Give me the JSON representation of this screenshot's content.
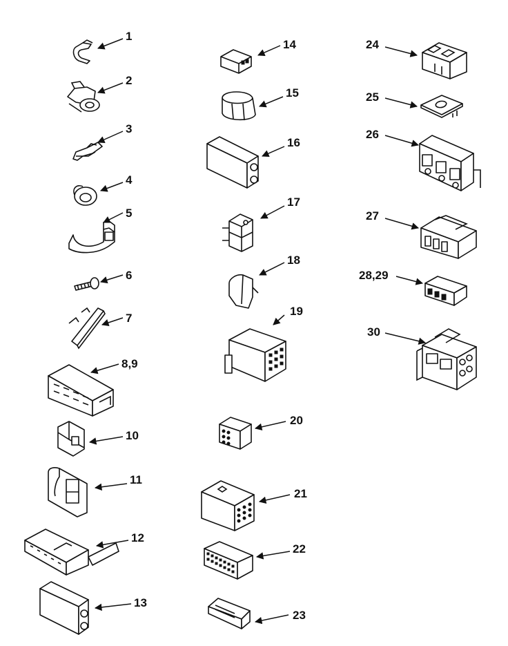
{
  "diagram": {
    "parts": [
      {
        "id": "p1",
        "label": "1"
      },
      {
        "id": "p2",
        "label": "2"
      },
      {
        "id": "p3",
        "label": "3"
      },
      {
        "id": "p4",
        "label": "4"
      },
      {
        "id": "p5",
        "label": "5"
      },
      {
        "id": "p6",
        "label": "6"
      },
      {
        "id": "p7",
        "label": "7"
      },
      {
        "id": "p8",
        "label": "8,9"
      },
      {
        "id": "p10",
        "label": "10"
      },
      {
        "id": "p11",
        "label": "11"
      },
      {
        "id": "p12",
        "label": "12"
      },
      {
        "id": "p13",
        "label": "13"
      },
      {
        "id": "p14",
        "label": "14"
      },
      {
        "id": "p15",
        "label": "15"
      },
      {
        "id": "p16",
        "label": "16"
      },
      {
        "id": "p17",
        "label": "17"
      },
      {
        "id": "p18",
        "label": "18"
      },
      {
        "id": "p19",
        "label": "19"
      },
      {
        "id": "p20",
        "label": "20"
      },
      {
        "id": "p21",
        "label": "21"
      },
      {
        "id": "p22",
        "label": "22"
      },
      {
        "id": "p23",
        "label": "23"
      },
      {
        "id": "p24",
        "label": "24"
      },
      {
        "id": "p25",
        "label": "25"
      },
      {
        "id": "p26",
        "label": "26"
      },
      {
        "id": "p27",
        "label": "27"
      },
      {
        "id": "p28",
        "label": "28,29"
      },
      {
        "id": "p30",
        "label": "30"
      }
    ]
  }
}
